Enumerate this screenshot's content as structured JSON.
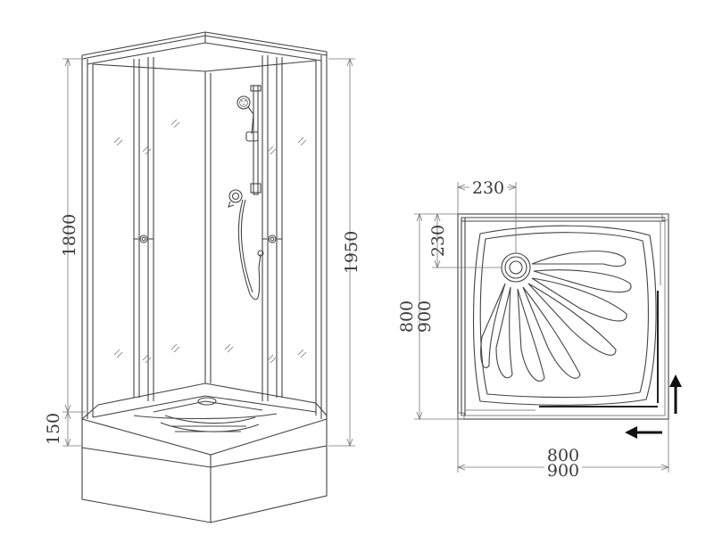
{
  "elevation_view": {
    "dimensions": {
      "total_height": "1950",
      "cabin_height": "1800",
      "tray_height": "150"
    }
  },
  "plan_view": {
    "dimensions": {
      "drain_offset_x": "230",
      "drain_offset_y": "230",
      "inner_depth": "800",
      "outer_depth": "900",
      "inner_width": "800",
      "outer_width": "900"
    },
    "icons": {
      "door_arrow_left": "arrow-left-icon",
      "door_arrow_up": "arrow-up-icon"
    }
  },
  "colors": {
    "line": "#444444",
    "text": "#3a3a3a",
    "arrow": "#111111"
  }
}
